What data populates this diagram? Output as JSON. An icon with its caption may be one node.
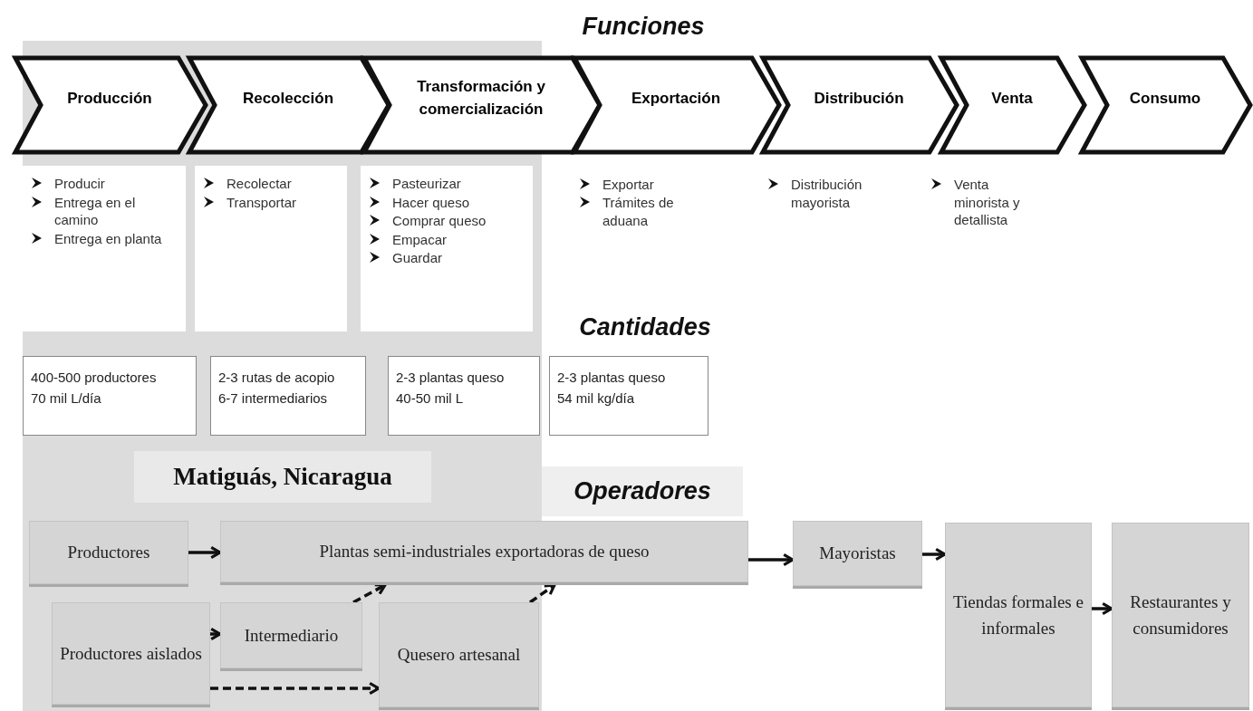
{
  "diagram": {
    "nodes": [
      {
        "text": [
          "Producción"
        ]
      },
      {
        "text": [
          "Recolección"
        ]
      },
      {
        "text": [
          "Transformación y comercialización"
        ]
      },
      {
        "text": [
          "Exportación"
        ]
      },
      {
        "text": [
          "Distribución"
        ]
      },
      {
        "text": [
          "Venta"
        ]
      },
      {
        "text": [
          "Consumo"
        ]
      },
      {
        "text": [
          "Producir",
          "Entrega en el camino",
          "Entrega en planta"
        ]
      },
      {
        "text": [
          "Recolectar",
          "Transportar"
        ]
      },
      {
        "text": [
          "Pasteurizar",
          "Hacer queso",
          "Comprar queso",
          "Empacar",
          "Guardar"
        ]
      },
      {
        "text": [
          "400-500 productores",
          "70 mil L/día"
        ]
      },
      {
        "text": [
          "2-3 rutas de acopio",
          "6-7 intermediarios"
        ]
      },
      {
        "text": [
          "2-3 plantas queso",
          "40-50 mil L"
        ]
      },
      {
        "text": [
          "2-3 plantas queso",
          "54 mil kg/día"
        ]
      },
      {
        "text": [
          "Productores"
        ]
      },
      {
        "text": [
          "Plantas semi-industriales exportadoras de queso"
        ]
      },
      {
        "text": [
          "Mayoristas"
        ]
      },
      {
        "text": [
          "Tiendas formales e informales"
        ]
      },
      {
        "text": [
          "Restaurantes y consumidores"
        ]
      },
      {
        "text": [
          "Productores aislados"
        ]
      },
      {
        "text": [
          "Intermediario"
        ]
      },
      {
        "text": [
          "Quesero artesanal"
        ]
      }
    ],
    "edges": [
      {
        "from": 14,
        "to": 15,
        "arrow": "to"
      },
      {
        "from": 15,
        "to": 16,
        "arrow": "to"
      },
      {
        "from": 16,
        "to": 17,
        "arrow": "to"
      },
      {
        "from": 17,
        "to": 18,
        "arrow": "to"
      },
      {
        "from": 19,
        "to": 20,
        "arrow": "to"
      },
      {
        "from": 20,
        "to": 15,
        "arrow": "to",
        "style": "dashed"
      },
      {
        "from": 19,
        "to": 21,
        "arrow": "to",
        "style": "dashed"
      },
      {
        "from": 21,
        "to": 15,
        "arrow": "to",
        "style": "dashed"
      }
    ],
    "labels": [
      "Funciones",
      "Exportar",
      "Trámites de aduana",
      "Distribución mayorista",
      "Venta minorista y detallista",
      "Cantidades",
      "Matiguás, Nicaragua",
      "Operadores"
    ]
  }
}
